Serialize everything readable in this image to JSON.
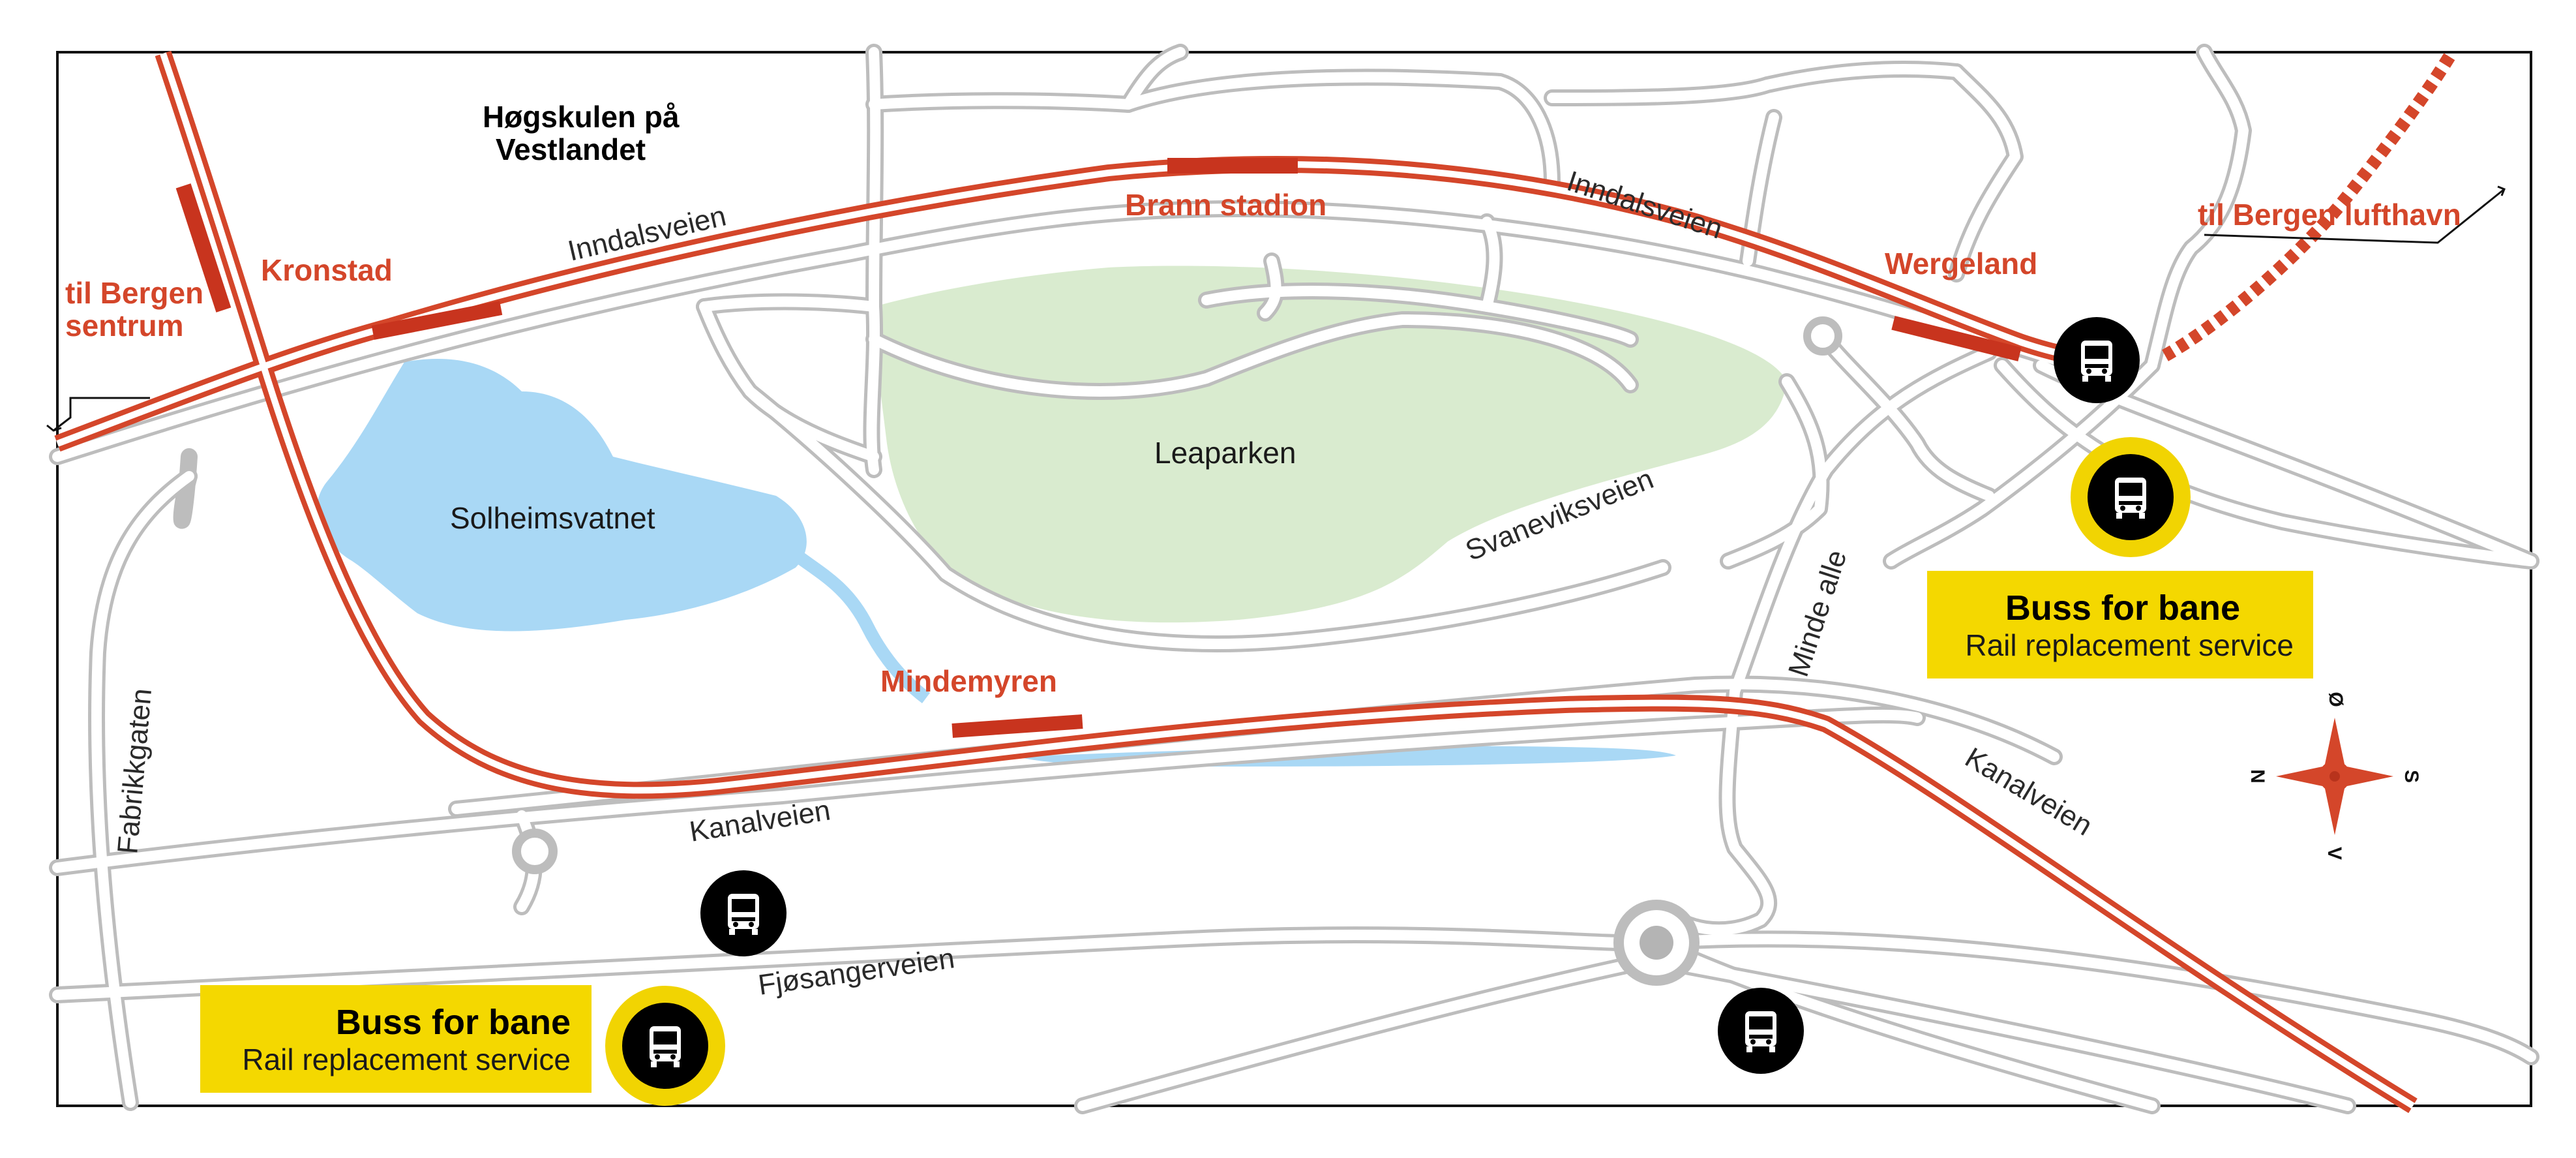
{
  "map": {
    "campus_label": [
      "Høgskulen på",
      "Vestlandet"
    ],
    "destinations": {
      "city": [
        "til Bergen",
        "sentrum"
      ],
      "airport": "til Bergen lufthavn"
    },
    "stations": {
      "kronstad": "Kronstad",
      "brann": "Brann stadion",
      "wergeland": "Wergeland",
      "mindemyren": "Mindemyren"
    },
    "places": {
      "lake": "Solheimsvatnet",
      "park": "Leaparken"
    },
    "roads": {
      "inndalsveien_1": "Inndalsveien",
      "inndalsveien_2": "Inndalsveien",
      "svaneviksveien": "Svaneviksveien",
      "minde_alle": "Minde alle",
      "fabrikkgaten": "Fabrikkgaten",
      "kanalveien_1": "Kanalveien",
      "kanalveien_2": "Kanalveien",
      "fjosangerveien": "Fjøsangerveien"
    },
    "bus_box_right": {
      "title": "Buss for bane",
      "subtitle": "Rail replacement  service"
    },
    "bus_box_left": {
      "title": "Buss for bane",
      "subtitle": "Rail replacement  service"
    },
    "compass": {
      "north": "N",
      "east": "Ø",
      "south": "S",
      "west": "V"
    },
    "icons": [
      "bus-icon",
      "bus-stop-icon",
      "compass-icon",
      "arrow-icon"
    ],
    "colors": {
      "rail": "#d4462a",
      "station": "#c8341e",
      "water": "#a9d8f5",
      "park": "#d9ebcf",
      "road": "#bdbdbd",
      "bus_highlight": "#f1d402",
      "bus_black": "#000000",
      "label_box": "#f4d800"
    }
  }
}
